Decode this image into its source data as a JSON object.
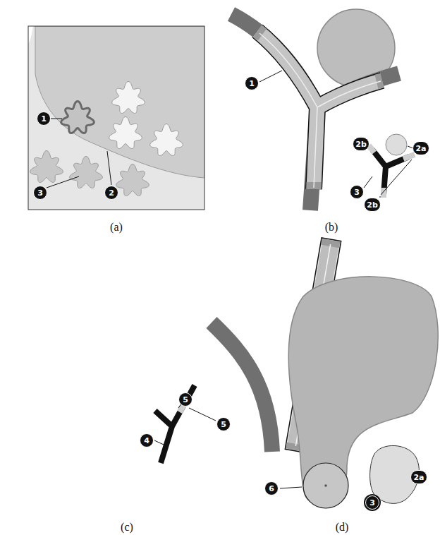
{
  "diagram": {
    "labels": [
      "1",
      "2",
      "3",
      "(a)",
      "1",
      "2b",
      "2a",
      "3",
      "2b",
      "(b)",
      "5",
      "5",
      "4",
      "(c)",
      "6",
      "3",
      "2a",
      "(d)"
    ]
  }
}
